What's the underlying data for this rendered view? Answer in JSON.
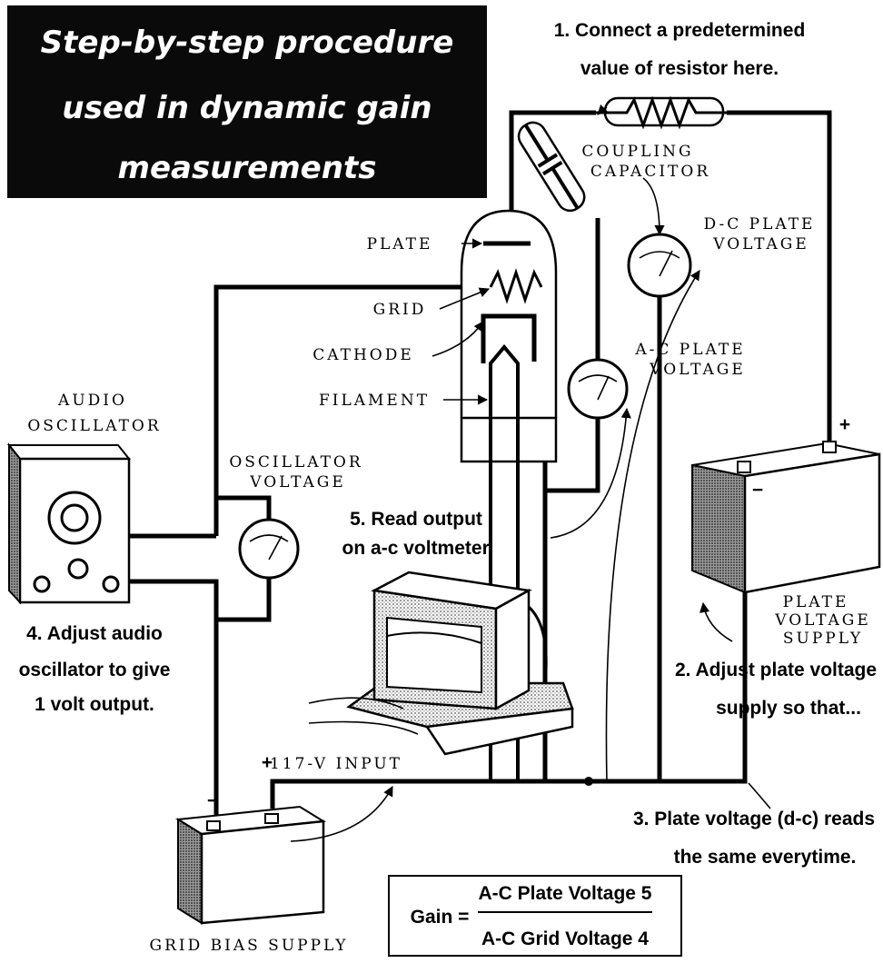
{
  "title": {
    "line1": "Step-by-step procedure",
    "line2": "used in dynamic gain",
    "line3": "measurements"
  },
  "steps": {
    "step1_line1": "1. Connect a predetermined",
    "step1_line2": "value of resistor here.",
    "step2_line1": "2. Adjust plate voltage",
    "step2_line2": "supply so that...",
    "step3_line1": "3. Plate voltage (d-c) reads",
    "step3_line2": "the same everytime.",
    "step4_line1": "4. Adjust audio",
    "step4_line2": "oscillator to give",
    "step4_line3": "1 volt output.",
    "step5_line1": "5. Read output",
    "step5_line2": "on a-c voltmeter."
  },
  "labels": {
    "coupling_capacitor_1": "COUPLING",
    "coupling_capacitor_2": "CAPACITOR",
    "dc_plate_voltage_1": "D-C PLATE",
    "dc_plate_voltage_2": "VOLTAGE",
    "ac_plate_voltage_1": "A-C PLATE",
    "ac_plate_voltage_2": "VOLTAGE",
    "plate": "PLATE",
    "grid": "GRID",
    "cathode": "CATHODE",
    "filament": "FILAMENT",
    "audio_oscillator_1": "AUDIO",
    "audio_oscillator_2": "OSCILLATOR",
    "oscillator_voltage_1": "OSCILLATOR",
    "oscillator_voltage_2": "VOLTAGE",
    "plate_voltage_supply_1": "PLATE",
    "plate_voltage_supply_2": "VOLTAGE",
    "plate_voltage_supply_3": "SUPPLY",
    "input_117v": "117-V INPUT",
    "grid_bias_supply": "GRID BIAS SUPPLY",
    "plus_plate": "+",
    "minus_plate": "−",
    "plus_bias": "+",
    "minus_bias": "−"
  },
  "formula": {
    "lhs": "Gain =",
    "numerator": "A-C Plate Voltage 5",
    "denominator": "A-C Grid Voltage 4"
  }
}
